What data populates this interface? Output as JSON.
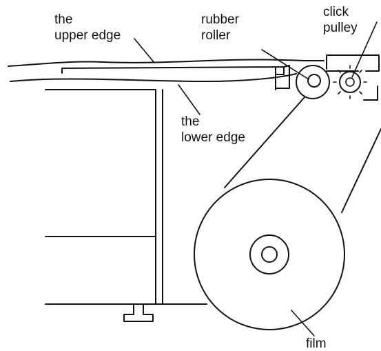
{
  "labels": {
    "upper_edge": [
      "the",
      "upper edge"
    ],
    "rubber_roller": [
      "rubber",
      "roller"
    ],
    "click_pulley": [
      "click",
      "pulley"
    ],
    "lower_edge": [
      "the",
      "lower edge"
    ],
    "film": "film"
  },
  "colors": {
    "line": "#111111",
    "background": "#ffffff"
  }
}
